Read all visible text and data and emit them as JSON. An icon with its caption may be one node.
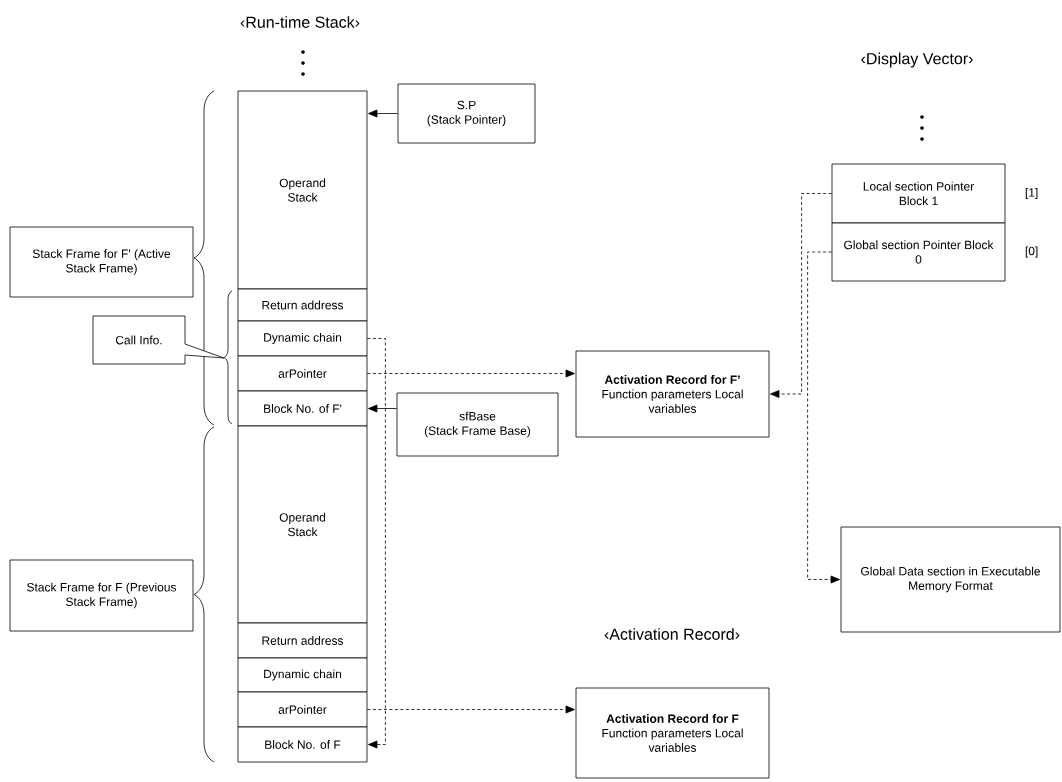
{
  "diagram": {
    "nodes": [
      {
        "text": [
          "S.P",
          "(Stack Pointer)"
        ]
      },
      {
        "text": [
          "Operand Stack"
        ]
      },
      {
        "text": [
          "Stack Frame for F' (Active Stack Frame)"
        ]
      },
      {
        "text": [
          "Return address"
        ]
      },
      {
        "text": [
          "Call Info."
        ]
      },
      {
        "text": [
          "Dynamic chain"
        ]
      },
      {
        "text": [
          "arPointer"
        ]
      },
      {
        "text": [
          "Block No. of F'"
        ]
      },
      {
        "text": [
          "sfBase",
          "(Stack Frame Base)"
        ]
      },
      {
        "text": [
          "Operand Stack"
        ]
      },
      {
        "text": [
          "Stack Frame for F (Previous Stack Frame)"
        ]
      },
      {
        "text": [
          "Return address"
        ]
      },
      {
        "text": [
          "Dynamic chain"
        ]
      },
      {
        "text": [
          "arPointer"
        ]
      },
      {
        "text": [
          "Block No. of F"
        ]
      },
      {
        "text": [
          "Local section Pointer Block 1"
        ],
        "beside": [
          "[1]"
        ]
      },
      {
        "text": [
          "Global section Pointer Block 0"
        ],
        "beside": [
          "[0]"
        ]
      },
      {
        "text": [
          "Activation Record for F’",
          "Function parameters Local variables"
        ]
      },
      {
        "text": [
          "Global Data section in Executable Memory Format"
        ]
      },
      {
        "text": [
          "Activation Record for F",
          "Function parameters Local variables"
        ]
      }
    ],
    "edges": [
      {
        "from": 0,
        "to": 1,
        "arrow": "to"
      },
      {
        "from": 8,
        "to": 7,
        "arrow": "to"
      },
      {
        "from": 5,
        "to": 14,
        "arrow": "to",
        "style": "dashed"
      },
      {
        "from": 6,
        "to": 17,
        "arrow": "to",
        "style": "dashed"
      },
      {
        "from": 13,
        "to": 19,
        "arrow": "to",
        "style": "dashed"
      },
      {
        "from": 15,
        "to": 17,
        "arrow": "to",
        "style": "dashed"
      },
      {
        "from": 16,
        "to": 18,
        "arrow": "to",
        "style": "dashed"
      }
    ],
    "labels": [
      "‹Run-time Stack›",
      "‹Display Vector›",
      "‹Activation Record›"
    ]
  }
}
